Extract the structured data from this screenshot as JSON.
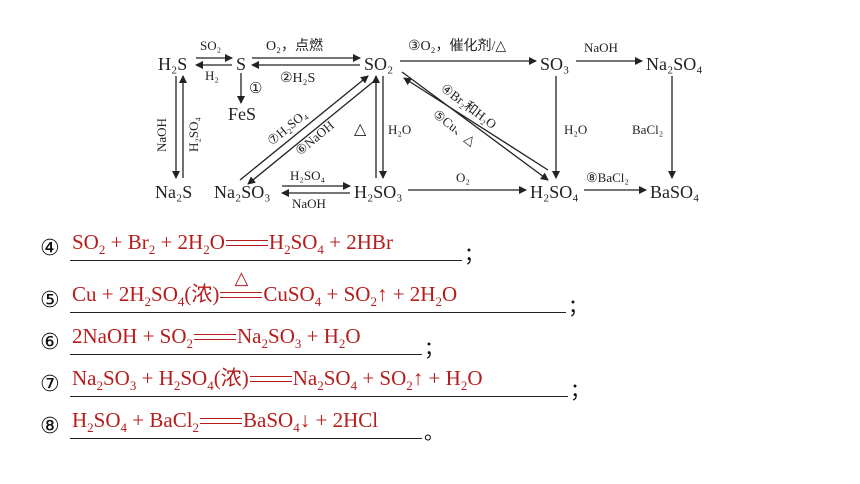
{
  "diagram": {
    "nodes": {
      "h2s": "H₂S",
      "s": "S",
      "so2": "SO₂",
      "so3": "SO₃",
      "na2so4_top": "Na₂SO₄",
      "fes": "FeS",
      "na2s": "Na₂S",
      "na2so3": "Na₂SO₃",
      "h2so3": "H₂SO₃",
      "h2so4": "H₂SO₄",
      "baso4": "BaSO₄"
    },
    "labels": {
      "so2_top": "SO₂",
      "h2_bottom": "H₂",
      "o2_burn": "O₂，点燃",
      "h2s_2": "②H₂S",
      "fe_1": "①",
      "o2_cat_3": "③O₂，催化剂/△",
      "naoh_top": "NaOH",
      "naoh_left": "NaOH",
      "h2so4_left": "H₂SO₄",
      "h2so4_7": "⑦H₂SO₄",
      "naoh_6": "⑥NaOH",
      "delta_mid": "△",
      "h2o_mid": "H₂O",
      "br2_4": "④Br₂和H₂O",
      "cu_5": "⑤Cu、△",
      "h2o_right": "H₂O",
      "bacl2_right": "BaCl₂",
      "h2so4_mid": "H₂SO₄",
      "naoh_mid": "NaOH",
      "o2_mid": "O₂",
      "bacl2_8": "⑧BaCl₂"
    }
  },
  "equations": [
    {
      "num": "④",
      "end": "；"
    },
    {
      "num": "⑤",
      "end": "；"
    },
    {
      "num": "⑥",
      "end": "；"
    },
    {
      "num": "⑦",
      "end": "；"
    },
    {
      "num": "⑧",
      "end": "。"
    }
  ],
  "eq_parts": {
    "e4": {
      "a": "SO",
      "a2": "2",
      "b": " + Br",
      "b2": "2",
      "c": " + 2H",
      "c2": "2",
      "d": "O",
      "e": "H",
      "e2": "2",
      "f": "SO",
      "f2": "4",
      "g": " + 2HBr"
    },
    "e5": {
      "a": "Cu + 2H",
      "a2": "2",
      "b": "SO",
      "b2": "4",
      "c": "(浓)",
      "cond": "△",
      "d": "CuSO",
      "d2": "4",
      "e": " + SO",
      "e2": "2",
      "f": "↑ + 2H",
      "f2": "2",
      "g": "O"
    },
    "e6": {
      "a": "2NaOH + SO",
      "a2": "2",
      "b": "Na",
      "b2": "2",
      "c": "SO",
      "c2": "3",
      "d": " + H",
      "d2": "2",
      "e": "O"
    },
    "e7": {
      "a": "Na",
      "a2": "2",
      "b": "SO",
      "b2": "3",
      "c": " + H",
      "c2": "2",
      "d": "SO",
      "d2": "4",
      "e": "(浓)",
      "f": "Na",
      "f2": "2",
      "g": "SO",
      "g2": "4",
      "h": " + SO",
      "h2": "2",
      "i": "↑ + H",
      "i2": "2",
      "j": "O"
    },
    "e8": {
      "a": "H",
      "a2": "2",
      "b": "SO",
      "b2": "4",
      "c": " + BaCl",
      "c2": "2",
      "d": "BaSO",
      "d2": "4",
      "e": "↓ + 2HCl"
    }
  }
}
